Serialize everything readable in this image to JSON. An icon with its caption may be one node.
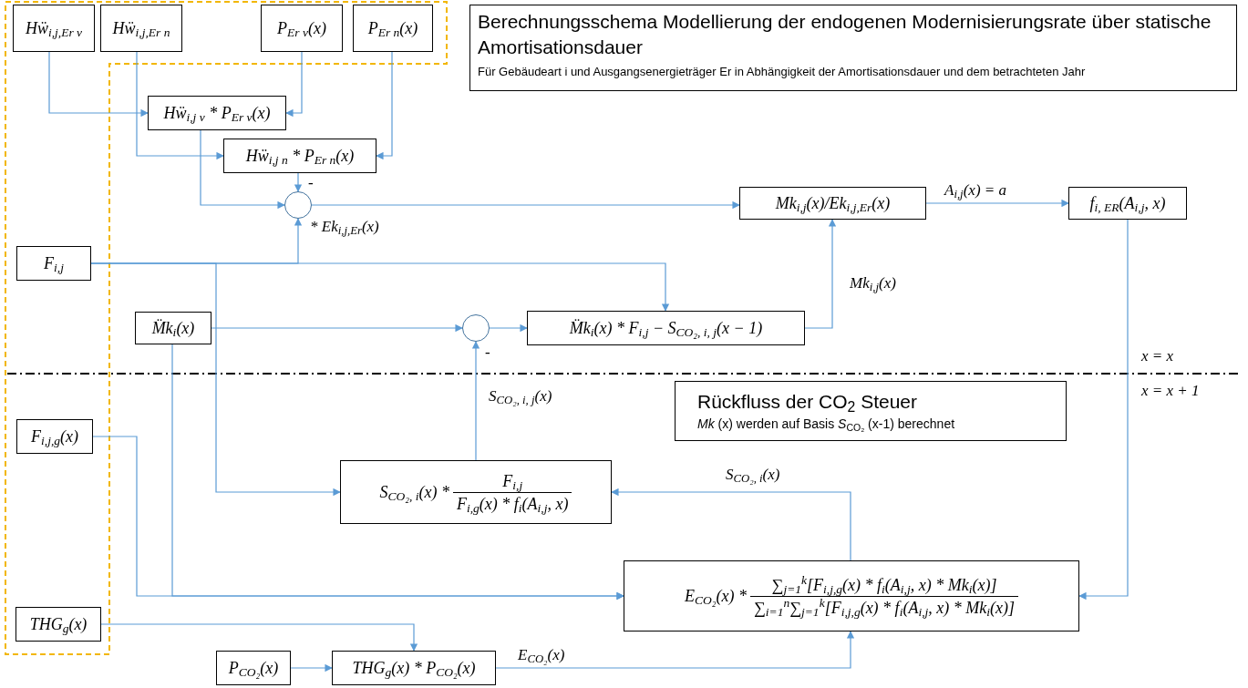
{
  "diagram": {
    "nodes": [
      {
        "text": [
          "Hẅ$_{i,j,Er v}$"
        ]
      },
      {
        "text": [
          "Hẅ$_{i,j,Er n}$"
        ]
      },
      {
        "text": [
          "P$_{Er v}$(x)"
        ]
      },
      {
        "text": [
          "P$_{Er n}$(x)"
        ]
      },
      {
        "text": [
          "Hẅ$_{i,j v}$ * P$_{Er v}$(x)"
        ]
      },
      {
        "text": [
          "Hẅ$_{i,j n}$ * P$_{Er n}$(x)"
        ]
      },
      {
        "text": [],
        "shape": "circle",
        "beside": [
          "-",
          "* Ek$_{i,j,Er}$(x)"
        ]
      },
      {
        "text": [
          "Mk$_{i,j}$(x)/Ek$_{i,j,Er}$(x)"
        ]
      },
      {
        "text": [
          "f$_{i, ER}$(A$_{i,j}$, x)"
        ]
      },
      {
        "text": [
          "F$_{i,j}$"
        ]
      },
      {
        "text": [
          "M̈k$_{i}$(x)"
        ]
      },
      {
        "text": [],
        "shape": "circle",
        "beside": [
          "-"
        ]
      },
      {
        "text": [
          "M̈k$_{i}$(x) * F$_{i,j}$ − S$_{CO₂, i, j}$(x − 1)"
        ]
      },
      {
        "text": [
          "Rückfluss der CO$_{2}$ Steuer",
          "*Mk* (x) werden auf Basis *S*$_{CO₂}$ (x-1) berechnet"
        ]
      },
      {
        "text": [
          "F$_{i,j,g}$(x)"
        ]
      },
      {
        "text": [
          "S$_{CO₂, i}$(x) *",
          "F$_{i,j}$",
          "F$_{i,g}$(x) * f$_{i}$(A$_{i,j}$, x)"
        ]
      },
      {
        "text": [
          "E$_{CO₂}$(x) *",
          "∑$_{j=1}$$^{k}$[F$_{i,j,g}$(x) * f$_{i}$(A$_{i,j}$, x) * Mk$_{i}$(x)]",
          "∑$_{i=1}$$^{n}$∑$_{j=1}$$^{k}$[F$_{i,j,g}$(x) * f$_{i}$(A$_{i,j}$, x) * Mk$_{i}$(x)]"
        ]
      },
      {
        "text": [
          "THG$_{g}$(x)"
        ]
      },
      {
        "text": [
          "P$_{CO₂}$(x)"
        ]
      },
      {
        "text": [
          "THG$_{g}$(x) * P$_{CO₂}$(x)"
        ]
      },
      {
        "text": [
          "Berechnungsschema Modellierung der endogenen Modernisierungsrate über statische Amortisationsdauer",
          "Für Gebäudeart i und Ausgangsenergieträger Er in Abhängigkeit der Amortisationsdauer und dem betrachteten Jahr"
        ]
      }
    ],
    "edges": [
      {
        "from": 0,
        "to": 4,
        "arrow": "to"
      },
      {
        "from": 1,
        "to": 5,
        "arrow": "to"
      },
      {
        "from": 2,
        "to": 4,
        "arrow": "to"
      },
      {
        "from": 3,
        "to": 5,
        "arrow": "to"
      },
      {
        "from": 4,
        "to": 6,
        "arrow": "to"
      },
      {
        "from": 5,
        "to": 6,
        "arrow": "to"
      },
      {
        "from": 9,
        "to": 6,
        "arrow": "to"
      },
      {
        "from": 6,
        "to": 7,
        "arrow": "to"
      },
      {
        "from": 7,
        "to": 8,
        "arrow": "to",
        "label": "A$_{i,j}$(x) = a"
      },
      {
        "from": 12,
        "to": 7,
        "arrow": "to",
        "label": "Mk$_{i,j}$(x)"
      },
      {
        "from": 9,
        "to": 12,
        "arrow": "to"
      },
      {
        "from": 9,
        "to": 15,
        "arrow": "to"
      },
      {
        "from": 10,
        "to": 11,
        "arrow": "to"
      },
      {
        "from": 11,
        "to": 12,
        "arrow": "to"
      },
      {
        "from": 15,
        "to": 11,
        "arrow": "to",
        "label": "S$_{CO₂, i, j}$(x)"
      },
      {
        "from": 16,
        "to": 15,
        "arrow": "to",
        "label": "S$_{CO₂, i}$(x)"
      },
      {
        "from": 8,
        "to": 16,
        "arrow": "to"
      },
      {
        "from": 14,
        "to": 16,
        "arrow": "to"
      },
      {
        "from": 10,
        "to": 16,
        "arrow": "to"
      },
      {
        "from": 17,
        "to": 19,
        "arrow": "to"
      },
      {
        "from": 18,
        "to": 19,
        "arrow": "to"
      },
      {
        "from": 19,
        "to": 16,
        "arrow": "to",
        "label": "E$_{CO₂}$(x)"
      }
    ],
    "labels": [
      "x = x",
      "x = x + 1"
    ]
  }
}
